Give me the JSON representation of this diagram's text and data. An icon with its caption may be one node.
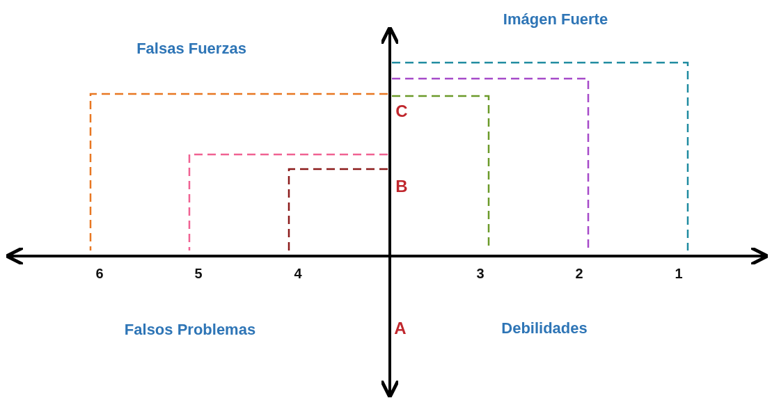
{
  "diagram": {
    "labels": [
      "Imágen Fuerte",
      "Falsas Fuerzas",
      "C",
      "B",
      "6",
      "5",
      "4",
      "3",
      "2",
      "1",
      "Falsos Problemas",
      "A",
      "Debilidades"
    ]
  }
}
